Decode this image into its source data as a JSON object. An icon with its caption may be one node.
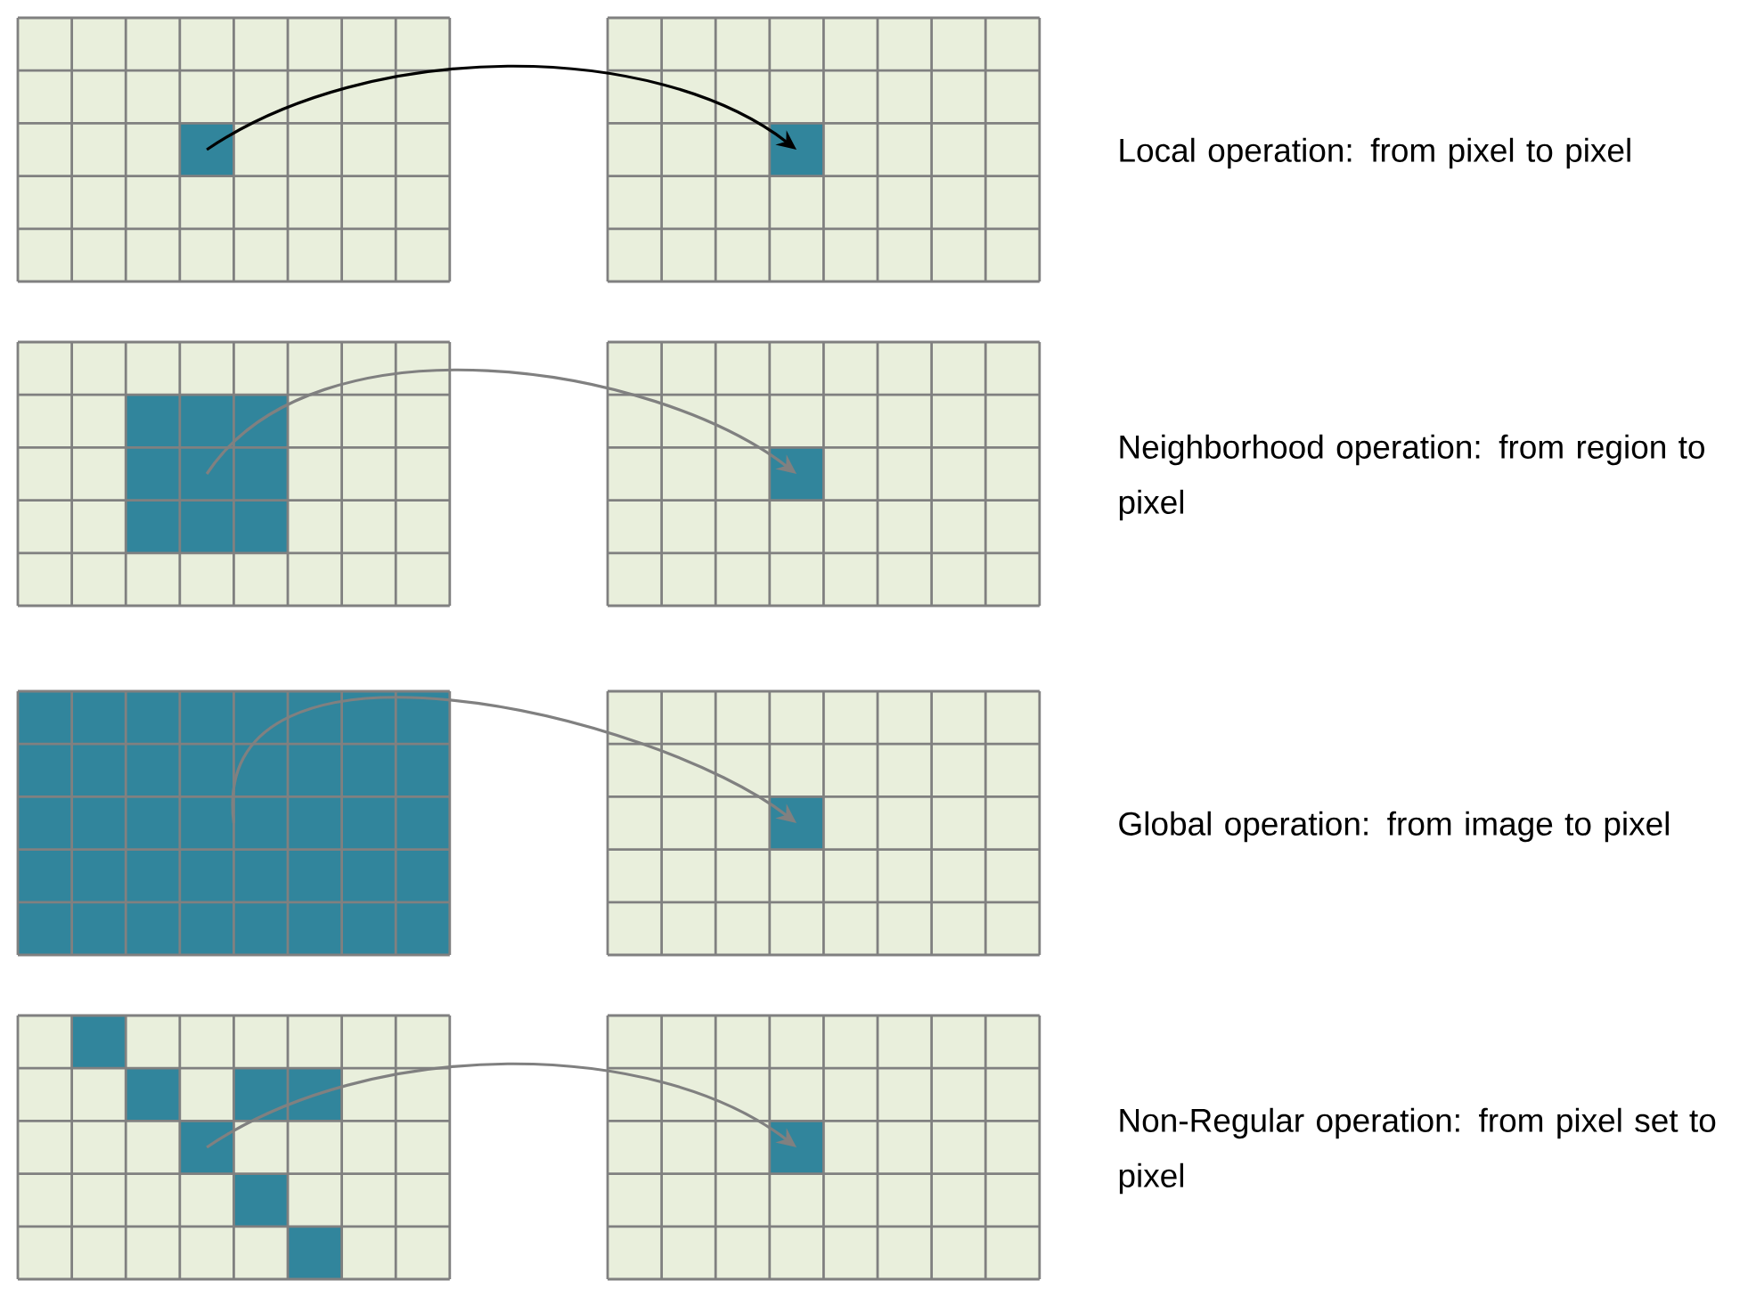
{
  "diagram": {
    "nodes": [
      {
        "text": [],
        "shape": "box"
      },
      {
        "text": [],
        "shape": "box"
      },
      {
        "text": [],
        "shape": "box"
      },
      {
        "text": [],
        "shape": "box"
      },
      {
        "text": [],
        "shape": "box"
      },
      {
        "text": [],
        "shape": "box"
      },
      {
        "text": [],
        "shape": "box"
      },
      {
        "text": [],
        "shape": "box"
      }
    ],
    "edges": [
      {
        "from": 0,
        "to": 1,
        "arrow": "to",
        "color": "#000000"
      },
      {
        "from": 2,
        "to": 3,
        "arrow": "to"
      },
      {
        "from": 4,
        "to": 5,
        "arrow": "to"
      },
      {
        "from": 6,
        "to": 7,
        "arrow": "to"
      }
    ],
    "labels": [
      "Local operation: from pixel to pixel",
      "Neighborhood operation: from region to pixel",
      "Global operation: from image to pixel",
      "Non-Regular operation: from pixel set to pixel"
    ]
  }
}
